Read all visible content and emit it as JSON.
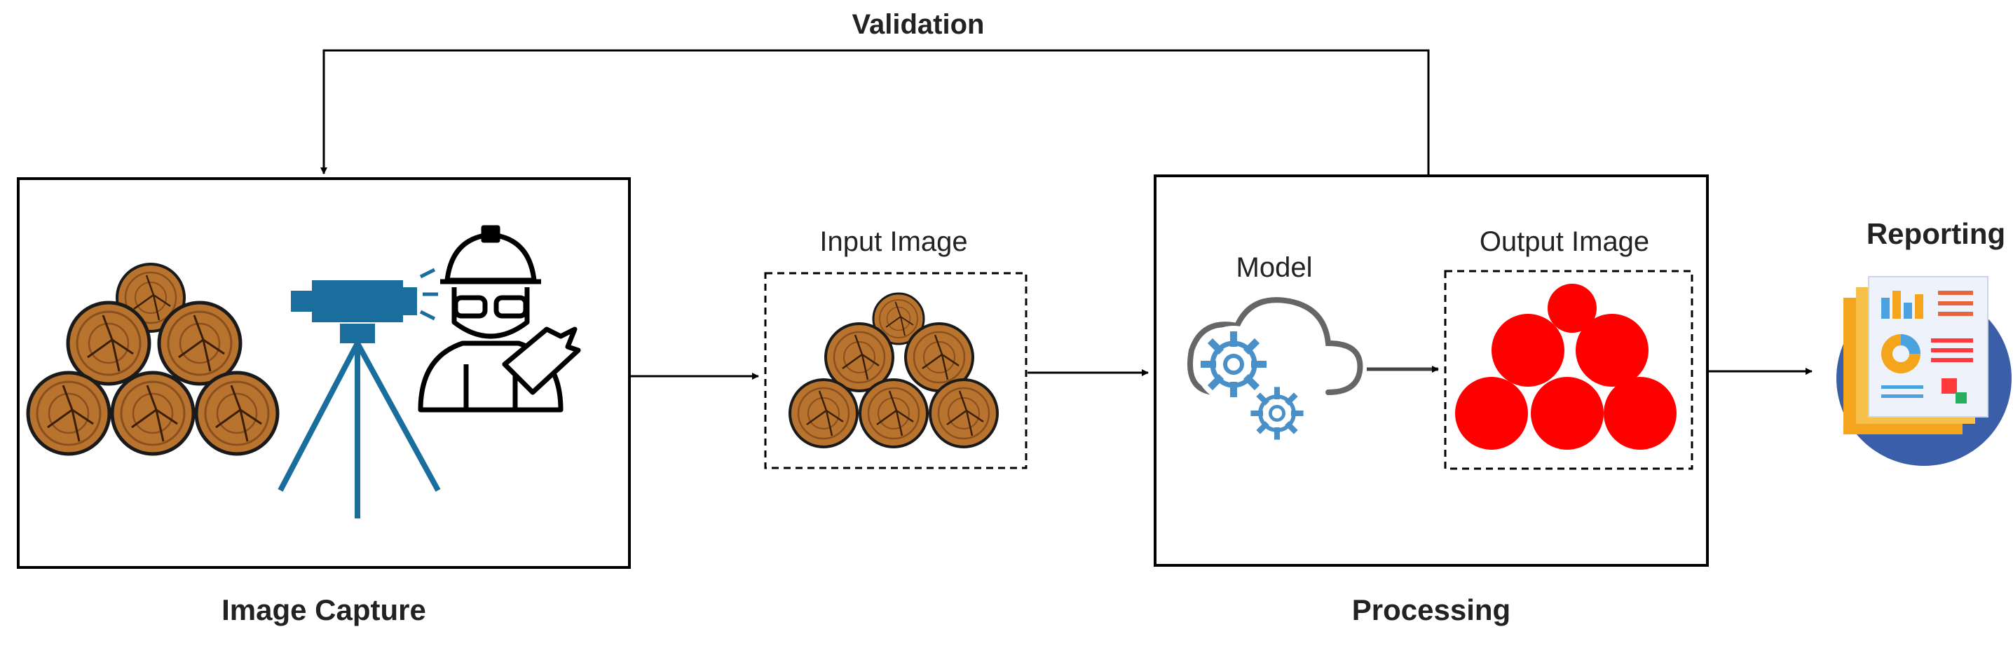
{
  "labels": {
    "validation": "Validation",
    "image_capture": "Image Capture",
    "input_image": "Input Image",
    "model": "Model",
    "output_image": "Output Image",
    "processing": "Processing",
    "reporting": "Reporting"
  },
  "icons": {
    "log_pile": "log-pile-icon",
    "surveyor_camera": "camera-on-tripod-icon",
    "worker": "worker-with-hardhat-icon",
    "cloud_gears": "cloud-gears-icon",
    "red_circles": "segmented-logs-icon",
    "report": "report-document-icon"
  },
  "colors": {
    "line": "#000000",
    "wood": "#b8732f",
    "wood_dark": "#6b3a12",
    "camera_blue": "#1a6e9e",
    "segment_red": "#ff0000",
    "report_bg": "#3a5fa8",
    "report_orange": "#f4a51c",
    "gear_blue": "#4a90c8"
  }
}
